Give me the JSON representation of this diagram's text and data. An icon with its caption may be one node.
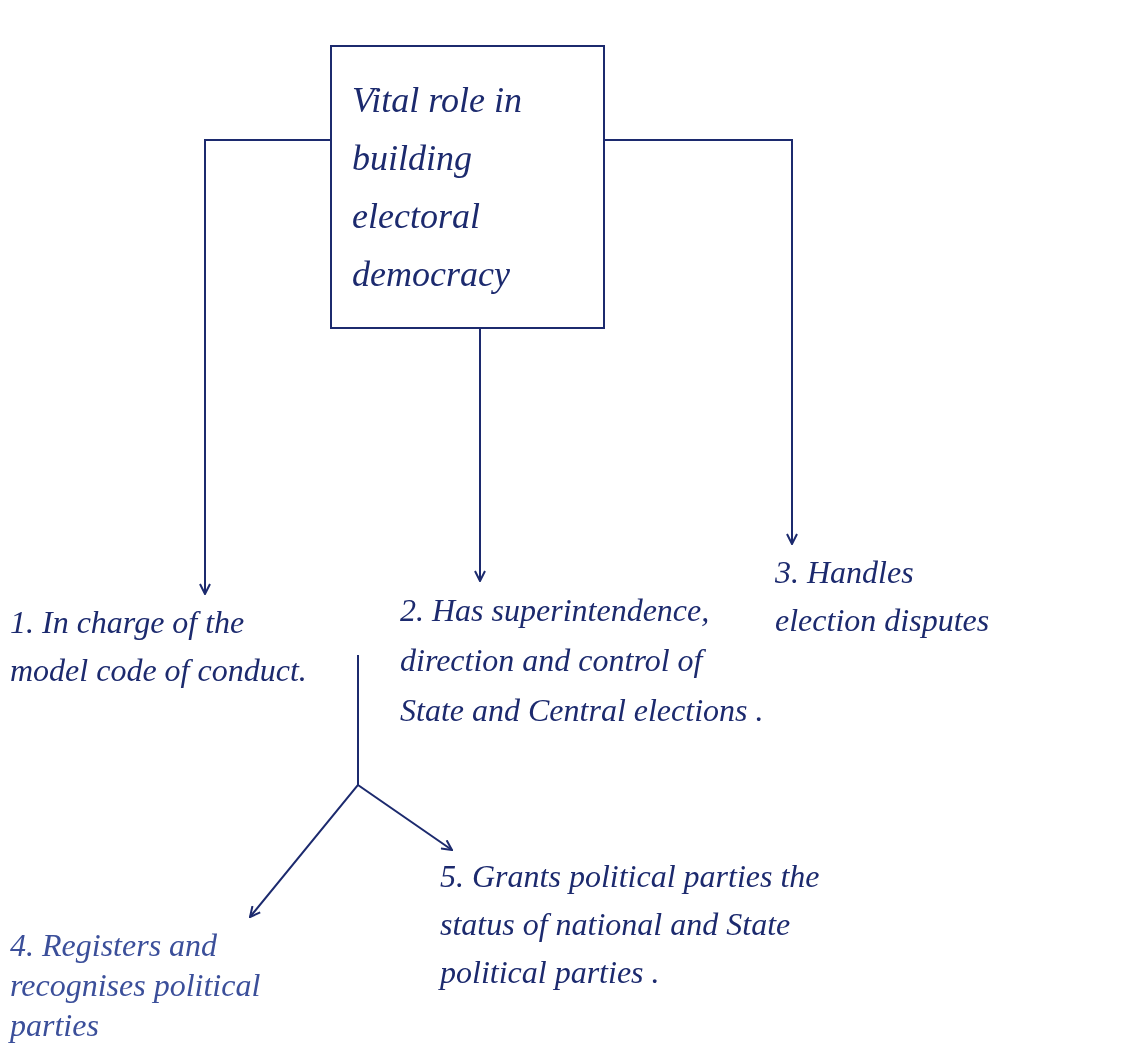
{
  "diagram": {
    "nodes": [
      {
        "text": [
          "Vital role in building electoral democracy"
        ]
      },
      {
        "text": [
          "1. In charge of the model code of conduct."
        ]
      },
      {
        "text": [
          "2. Has superintendence, direction and control of State and Central elections ."
        ]
      },
      {
        "text": [
          "3. Handles election disputes"
        ]
      },
      {
        "text": [
          "4. Registers and recognises political parties"
        ]
      },
      {
        "text": [
          "5. Grants political parties the status of national and State political parties ."
        ]
      }
    ],
    "edges": [
      {
        "from": 0,
        "to": 1,
        "arrow": "to"
      },
      {
        "from": 0,
        "to": 2,
        "arrow": "to"
      },
      {
        "from": 0,
        "to": 3,
        "arrow": "to"
      },
      {
        "from": null,
        "to": 4,
        "arrow": "to"
      },
      {
        "from": null,
        "to": 5,
        "arrow": "to"
      }
    ]
  }
}
